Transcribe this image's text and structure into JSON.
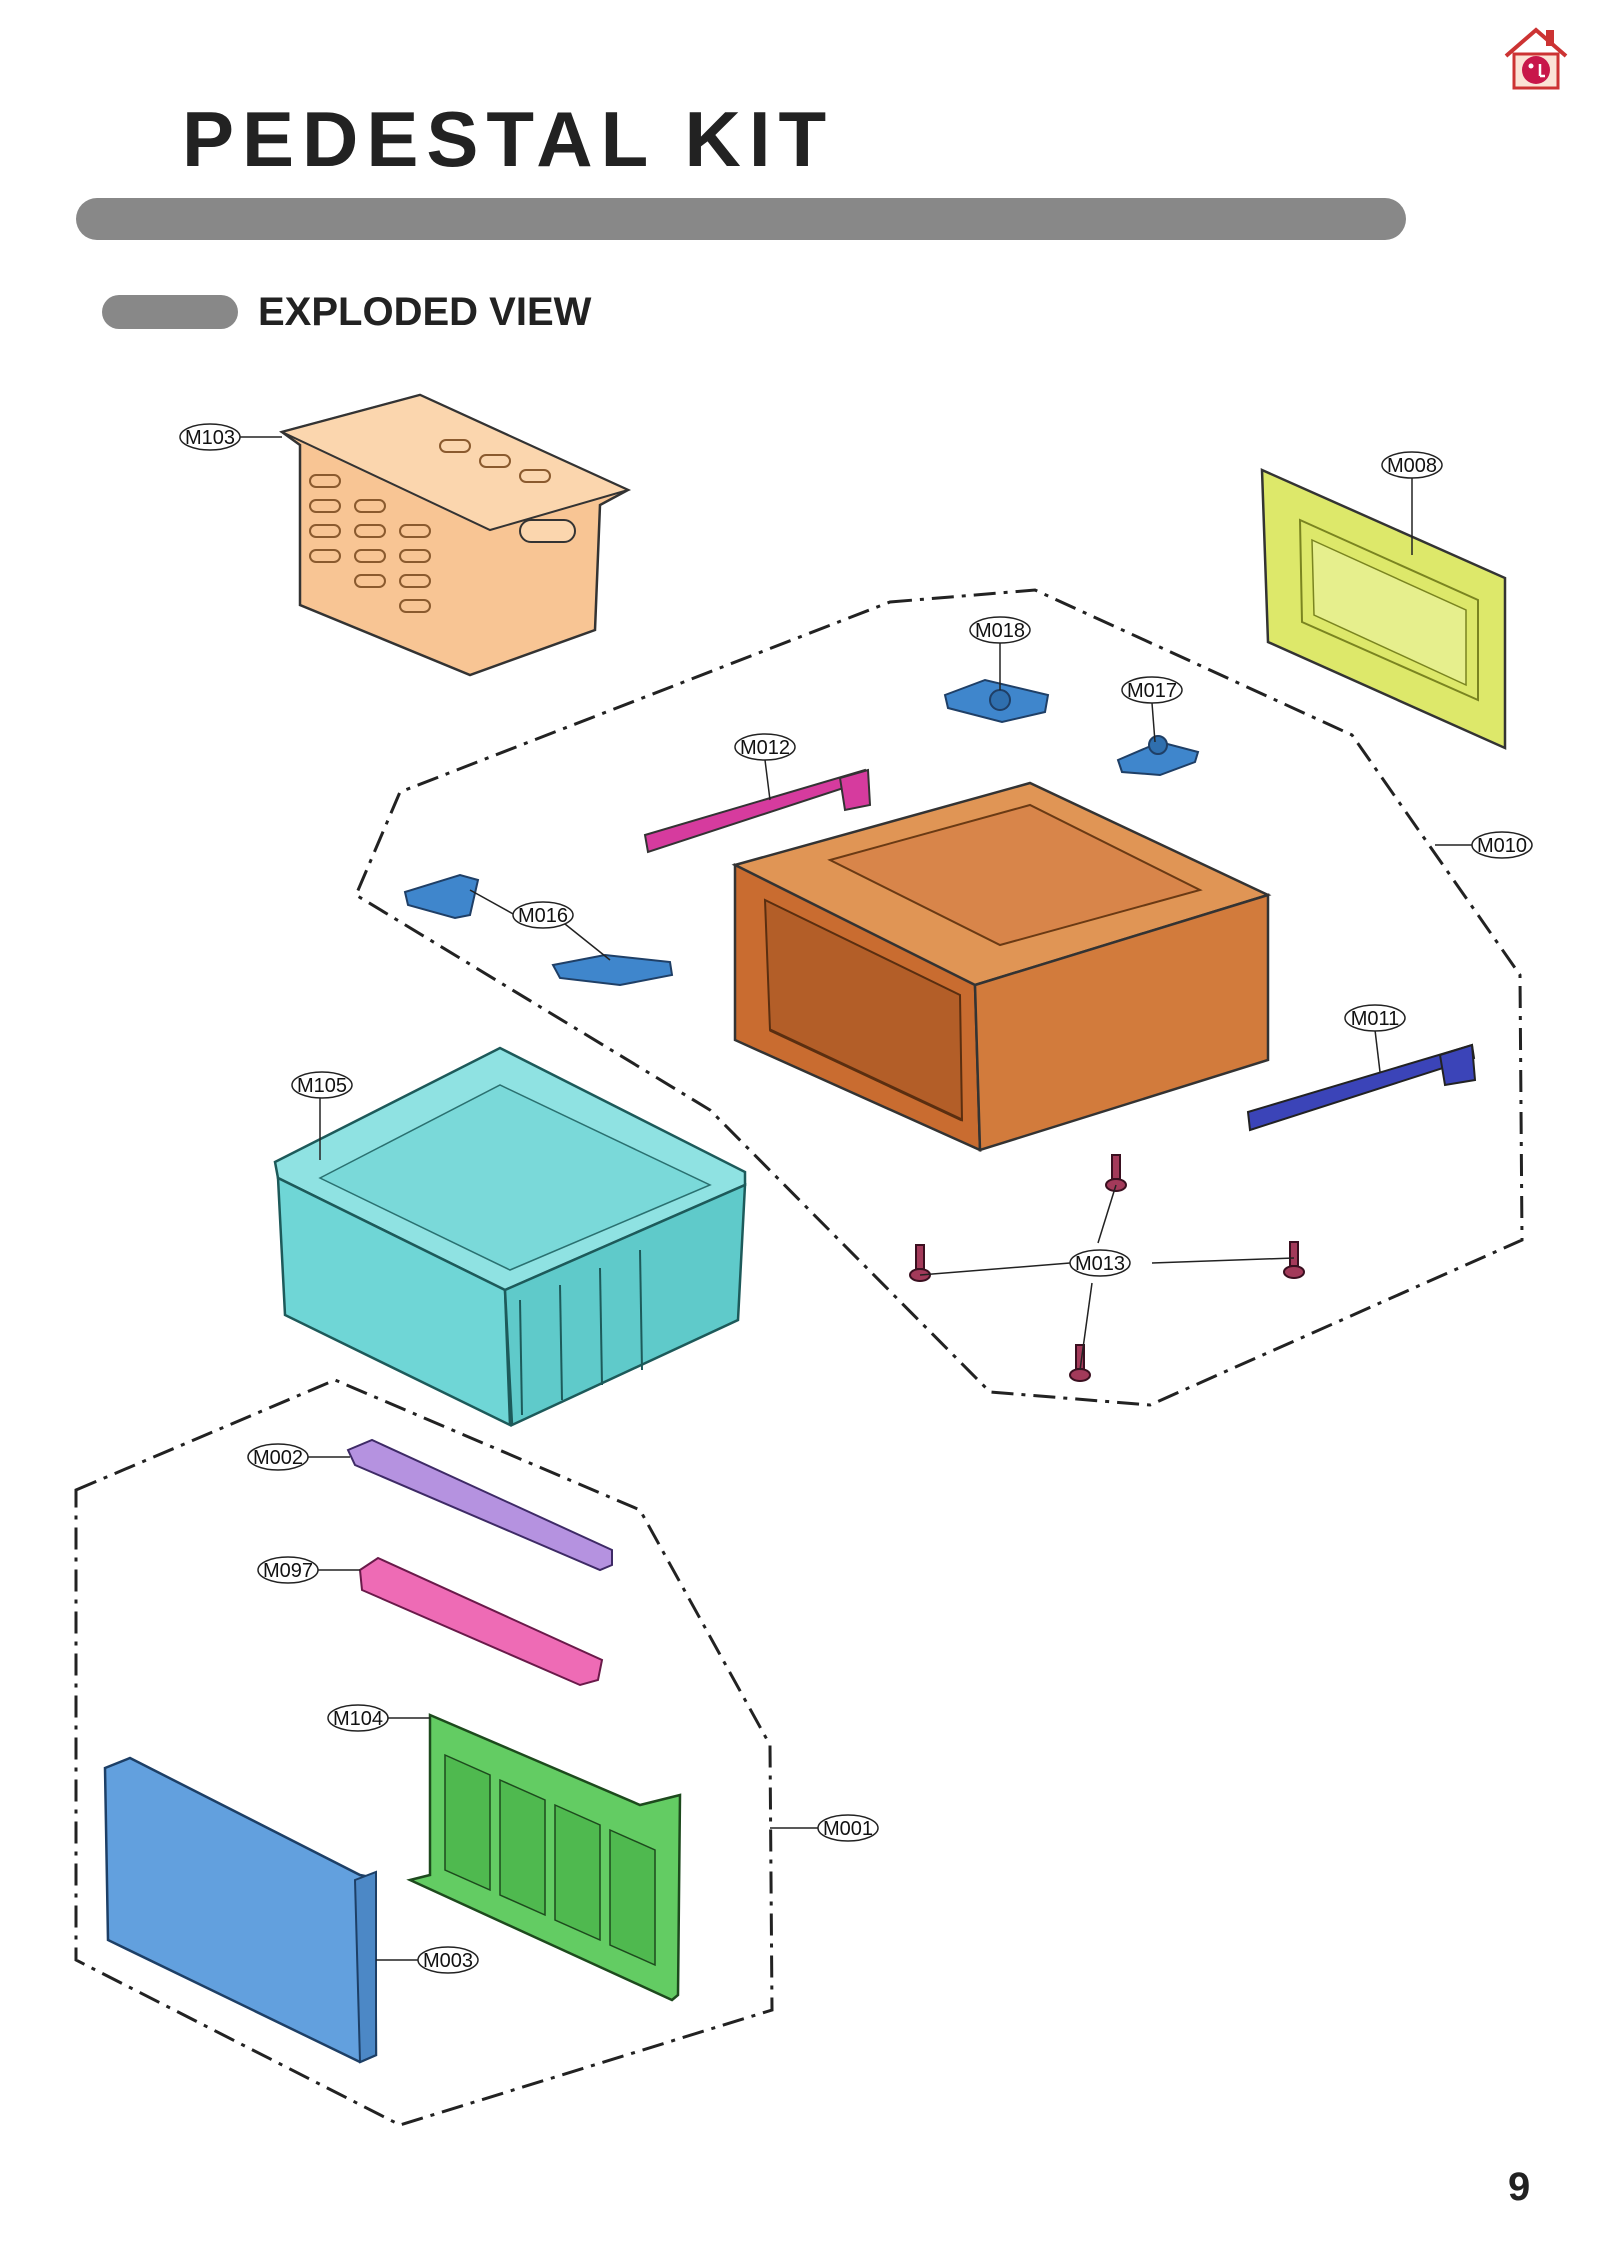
{
  "page": {
    "title": "PEDESTAL KIT",
    "section_title": "EXPLODED VIEW",
    "page_number": "9"
  },
  "callouts": {
    "m103": "M103",
    "m008": "M008",
    "m018": "M018",
    "m017": "M017",
    "m012": "M012",
    "m010": "M010",
    "m016": "M016",
    "m011": "M011",
    "m105": "M105",
    "m013": "M013",
    "m002": "M002",
    "m097": "M097",
    "m104": "M104",
    "m001": "M001",
    "m003": "M003"
  },
  "colors": {
    "basket_top": "#f8c594",
    "back_panel": "#dde86a",
    "cabinet": "#d27b3c",
    "brackets": "#3f86cc",
    "rail_left": "#d63b9e",
    "rail_right": "#3b44b8",
    "drawer_bin": "#6fd6d6",
    "trim_purple": "#b592e0",
    "trim_pink": "#ee6bb5",
    "inner_panel": "#63cc63",
    "front_panel": "#62a0de",
    "feet": "#a33a5a",
    "bar_gray": "#888888"
  }
}
